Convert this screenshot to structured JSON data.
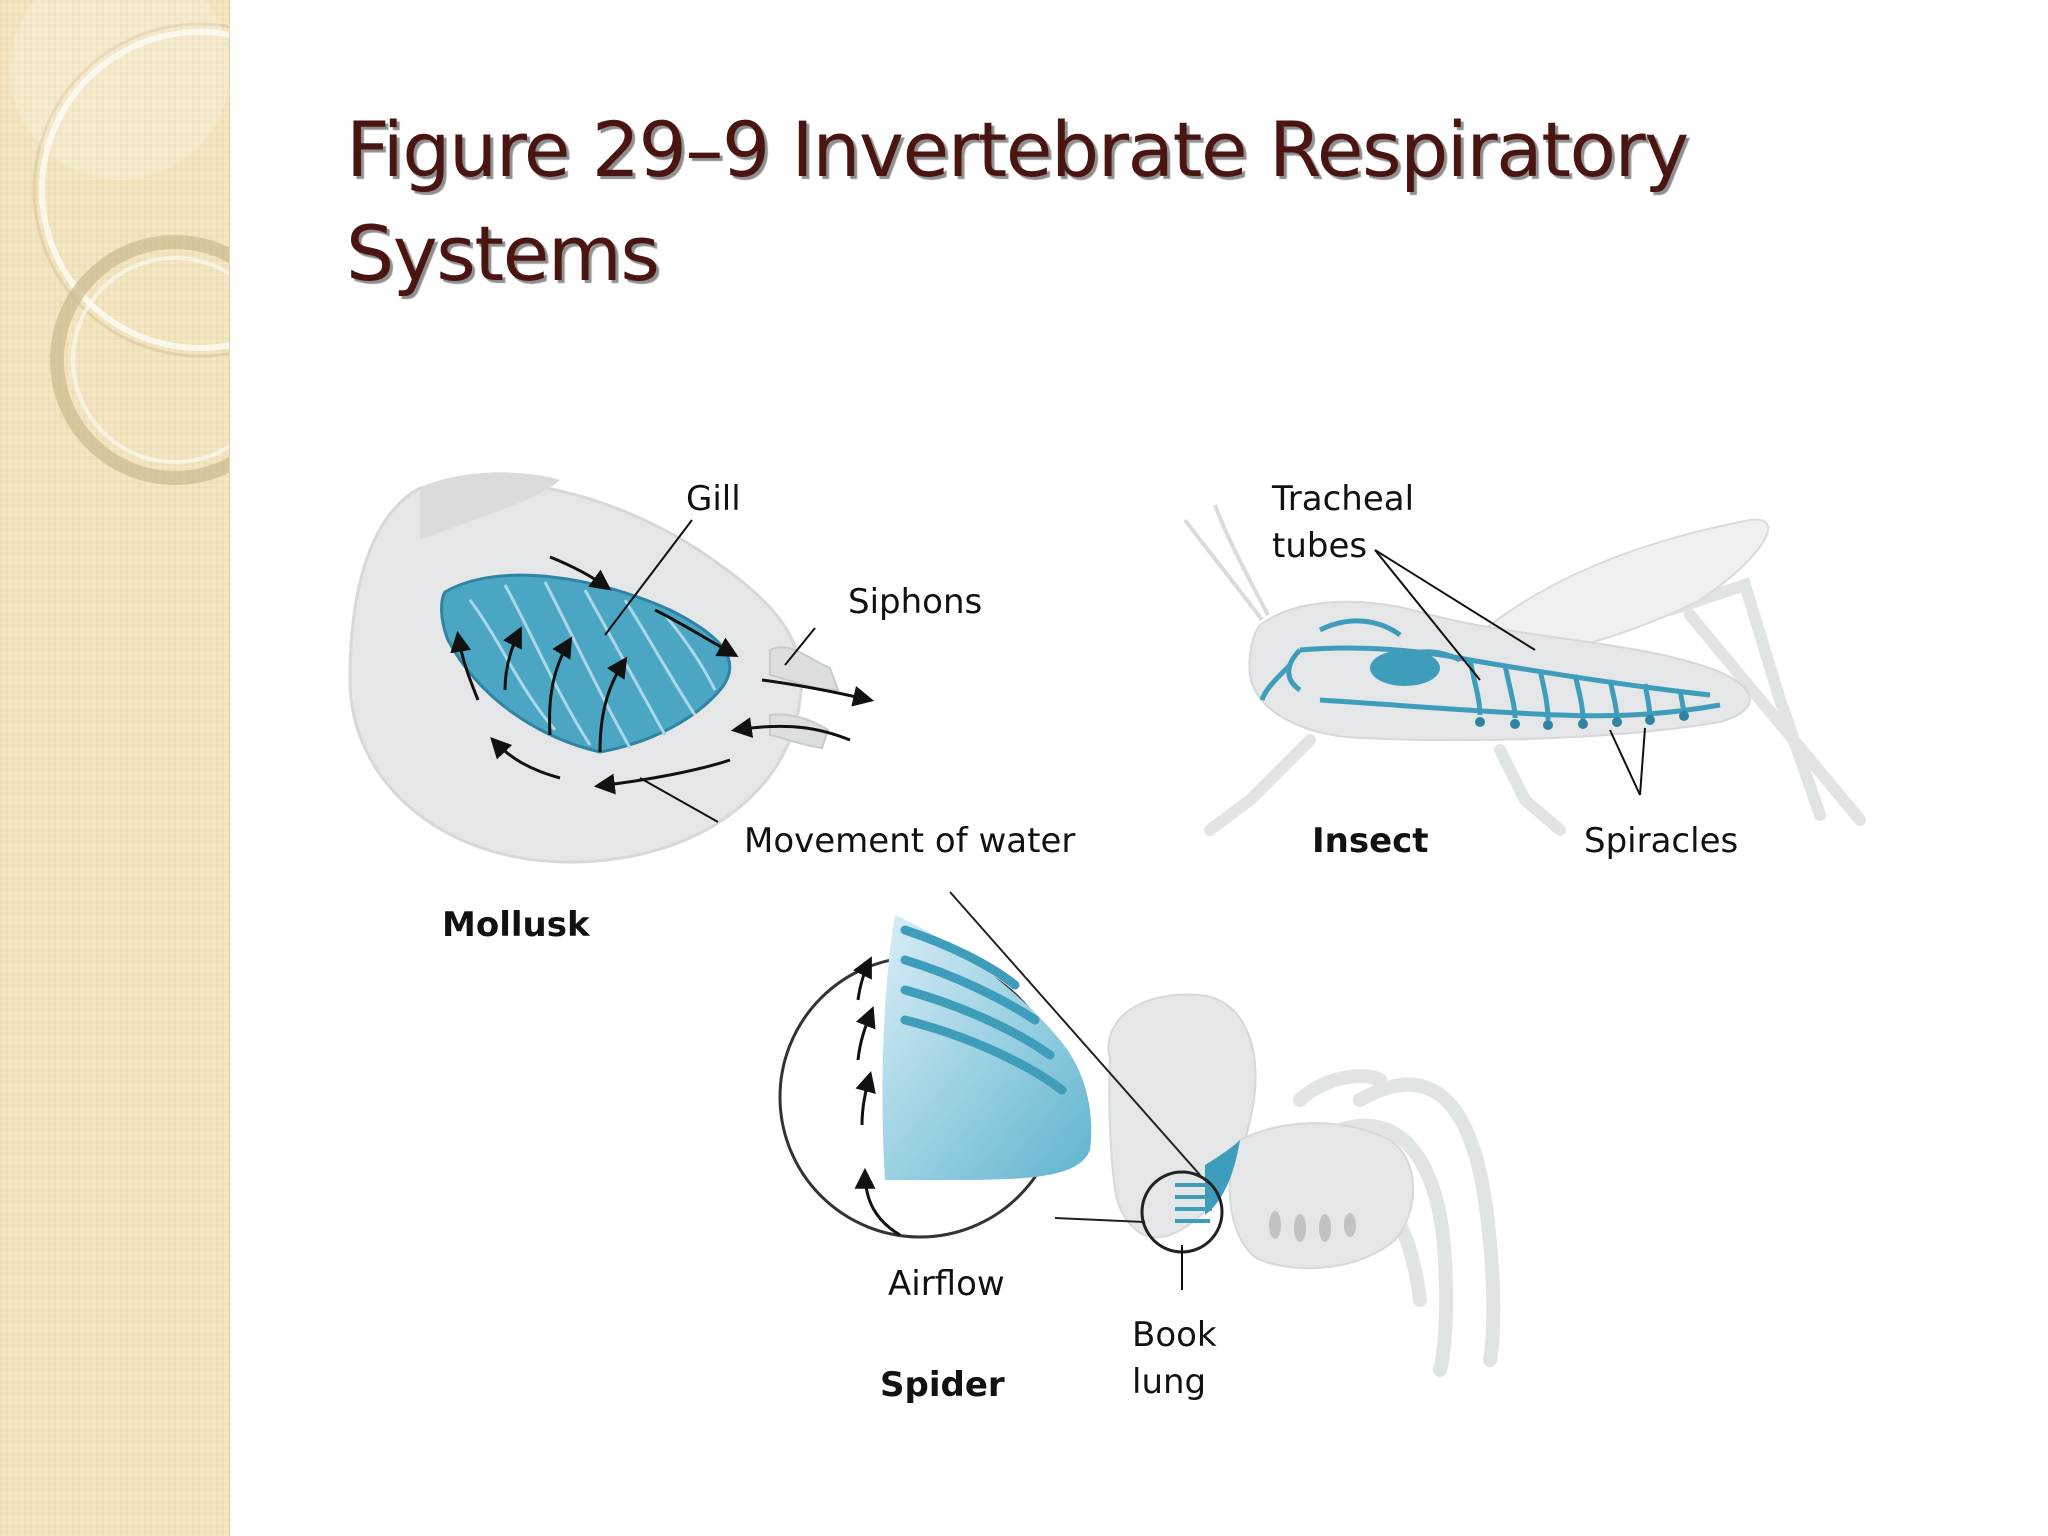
{
  "slide": {
    "title_line1": "Figure 29–9 Invertebrate Respiratory",
    "title_line2": "Systems"
  },
  "labels": {
    "gill": "Gill",
    "siphons": "Siphons",
    "movement_of_water": "Movement of water",
    "mollusk": "Mollusk",
    "tracheal_line1": "Tracheal",
    "tracheal_line2": "tubes",
    "insect": "Insect",
    "spiracles": "Spiracles",
    "airflow": "Airflow",
    "book_line1": "Book",
    "book_line2": "lung",
    "spider": "Spider"
  },
  "colors": {
    "title": "#4a1410",
    "organ_blue": "#3e9dbb",
    "body_gray": "#e4e6e7",
    "sidebar": "#f2e4bd"
  }
}
